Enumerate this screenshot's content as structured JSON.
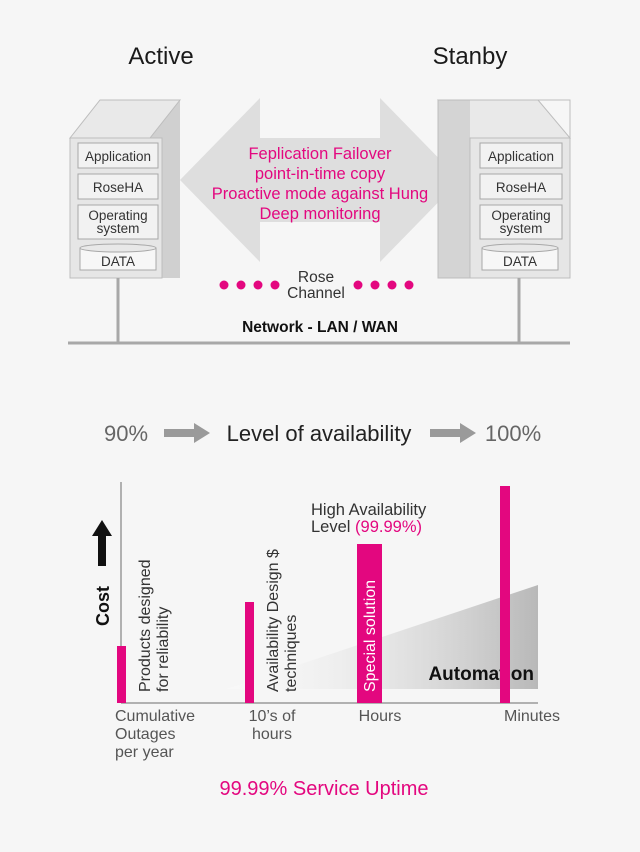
{
  "colors": {
    "accent": "#e3077f",
    "text": "#222222",
    "muted": "#666666",
    "server_face": "#e6e6e6",
    "server_side": "#c9c9c9",
    "arrow": "#dcdcdc"
  },
  "top_diagram": {
    "active_title": "Active",
    "standby_title": "Stanby",
    "server_layers": {
      "application": "Application",
      "roseha": "RoseHA",
      "os_line1": "Operating",
      "os_line2": "system",
      "data": "DATA"
    },
    "features": [
      "Feplication Failover",
      "point-in-time copy",
      "Proactive mode against Hung",
      "Deep monitoring"
    ],
    "channel_line1": "Rose",
    "channel_line2": "Channel",
    "network_label": "Network - LAN / WAN"
  },
  "availability": {
    "start": "90%",
    "label": "Level of availability",
    "end": "100%"
  },
  "chart_data": {
    "type": "bar",
    "categories": [
      "Cumulative Outages per year",
      "10’s of hours",
      "Hours",
      "Minutes"
    ],
    "category_lines": [
      [
        "Cumulative",
        "Outages",
        "per year"
      ],
      [
        "10’s of",
        "hours"
      ],
      [
        "Hours"
      ],
      [
        "Minutes"
      ]
    ],
    "values": [
      1,
      2,
      3,
      4
    ],
    "bar_labels": [
      [
        "Products designed",
        "for reliability"
      ],
      [
        "Availability Design $",
        "techniques"
      ],
      [
        "Special solution"
      ],
      []
    ],
    "ylabel": "Cost",
    "automation_label": "Automation",
    "annotation_line1": "High Availability",
    "annotation_line2_prefix": "Level ",
    "annotation_line2_value": "(99.99%)",
    "footer": "99.99% Service Uptime"
  }
}
